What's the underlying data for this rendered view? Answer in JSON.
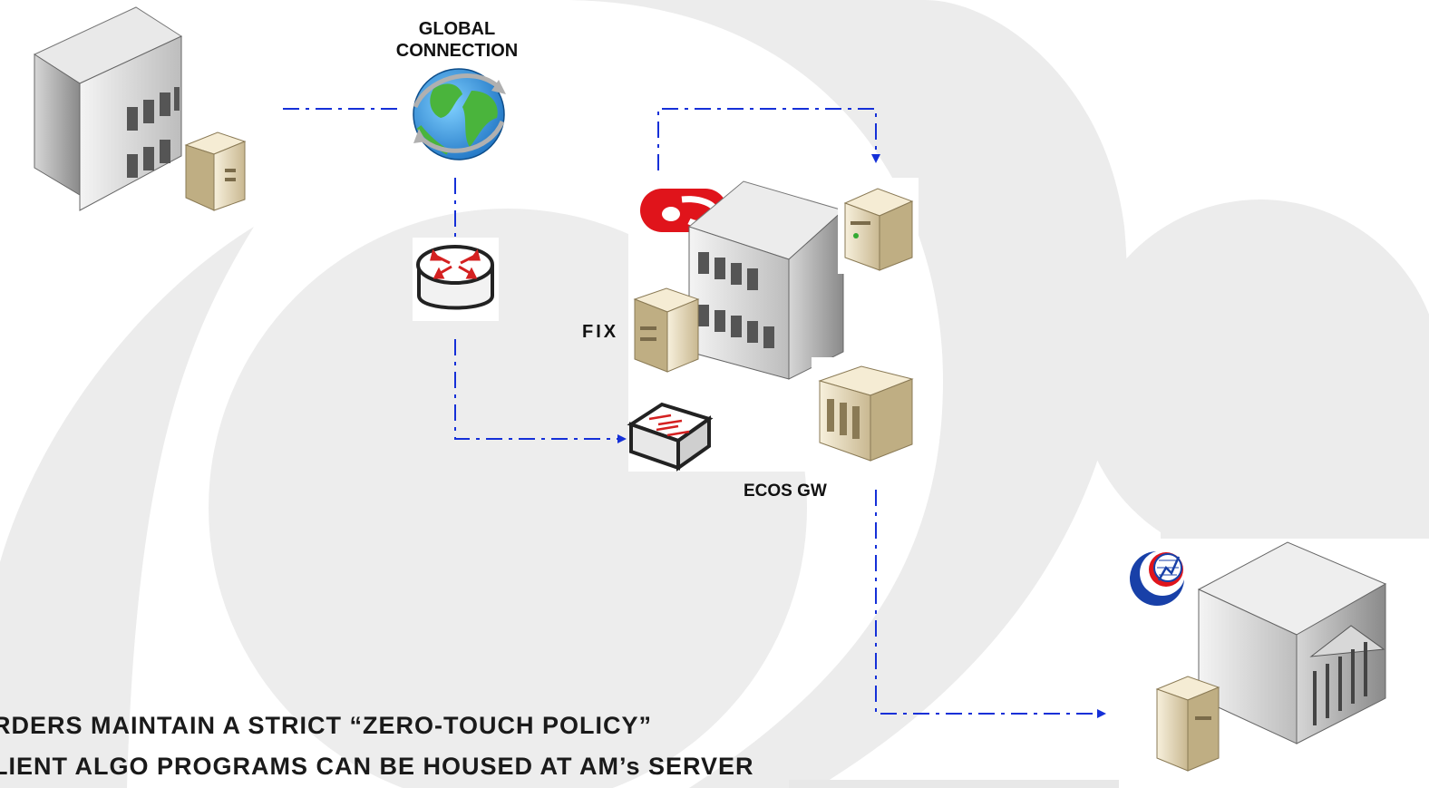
{
  "labels": {
    "global_connection": "GLOBAL\nCONNECTION",
    "fix": "FIX",
    "ecos_gw": "ECOS GW"
  },
  "notes": [
    "RDERS MAINTAIN A STRICT “ZERO-TOUCH POLICY”",
    "LIENT ALGO PROGRAMS CAN BE HOUSED AT AM’s SERVER"
  ],
  "icons": {
    "client_site": "office-building-with-server-icon",
    "globe": "globe-icon",
    "router": "router-icon",
    "switch": "network-switch-icon",
    "broker_logo": "am-logo-icon",
    "broker_site": "office-building-icon",
    "fix_server": "server-tower-icon",
    "oms_server": "server-tower-icon",
    "ecos_gw_server": "server-rack-icon",
    "exchange_logo": "exchange-logo-icon",
    "exchange": "exchange-building-icon"
  },
  "colors": {
    "connector": "#1530d8",
    "watermark": "#e6e6e6",
    "logo_red": "#e0141b",
    "server_beige": "#e8dcc0"
  }
}
